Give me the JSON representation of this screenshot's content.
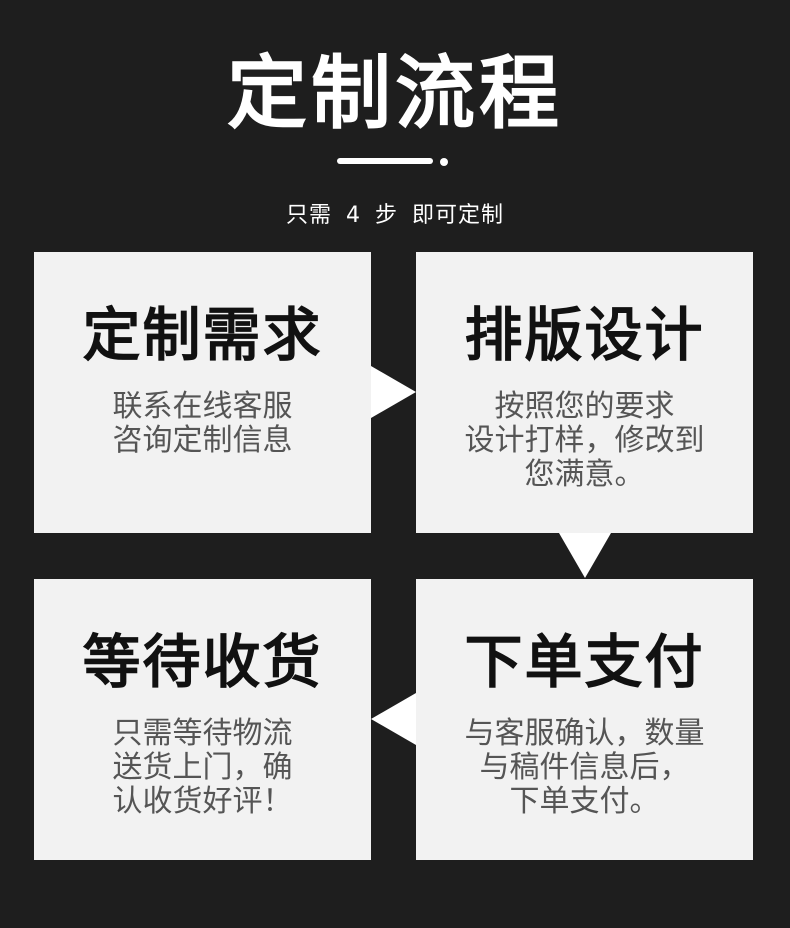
{
  "header": {
    "title": "定制流程",
    "subtitle": "只需 4 步 即可定制"
  },
  "colors": {
    "background": "#1e1e1e",
    "card": "#f2f2f2",
    "heading_text": "#111111",
    "body_text": "#555555",
    "accent": "#ffffff"
  },
  "steps": [
    {
      "heading": "定制需求",
      "lines": [
        "联系在线客服",
        "咨询定制信息"
      ]
    },
    {
      "heading": "排版设计",
      "lines": [
        "按照您的要求",
        "设计打样，修改到",
        "您满意。"
      ]
    },
    {
      "heading": "等待收货",
      "lines": [
        "只需等待物流",
        "送货上门，确",
        "认收货好评！"
      ]
    },
    {
      "heading": "下单支付",
      "lines": [
        "与客服确认，数量",
        "与稿件信息后，",
        "下单支付。"
      ]
    }
  ],
  "arrows": [
    "arrow-right",
    "arrow-down",
    "arrow-left"
  ]
}
